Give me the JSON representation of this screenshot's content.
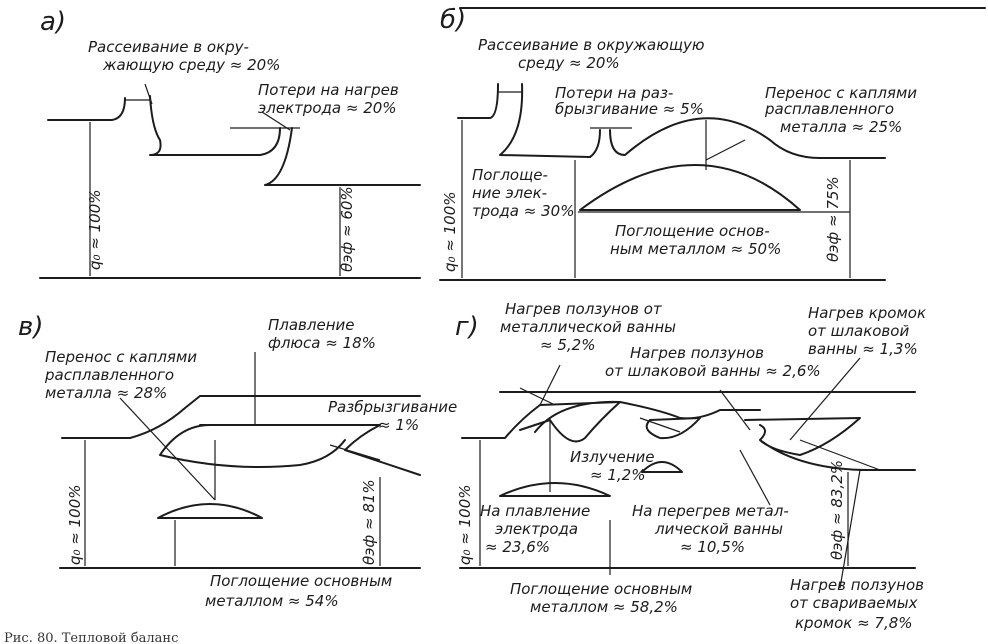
{
  "panels": {
    "a": {
      "letter": "а)",
      "scatter": [
        "Рассеивание в окру-",
        "жающую среду ≈ 20%"
      ],
      "electrode": [
        "Потери на нагрев",
        "электрода ≈ 20%"
      ],
      "q0": "q₀ ≈ 100%",
      "qef": "θэф ≈ 60%"
    },
    "b": {
      "letter": "б)",
      "scatter": [
        "Рассеивание в окружающую",
        "среду ≈ 20%"
      ],
      "spatter": [
        "Потери на раз-",
        "брызгивание ≈ 5%"
      ],
      "transfer": [
        "Перенос с каплями",
        "расплавленного",
        "металла ≈ 25%"
      ],
      "electrode": [
        "Поглоще-",
        "ние элек-",
        "трода ≈ 30%"
      ],
      "base": [
        "Поглощение основ-",
        "ным металлом ≈ 50%"
      ],
      "q0": "q₀ ≈ 100%",
      "qef": "θэф ≈ 75%"
    },
    "c": {
      "letter": "в)",
      "flux": [
        "Плавление",
        "флюса ≈ 18%"
      ],
      "transfer": [
        "Перенос с каплями",
        "расплавленного",
        "металла ≈ 28%"
      ],
      "spatter": [
        "Разбрызгивание",
        "≈ 1%"
      ],
      "base": [
        "Поглощение основным",
        "металлом ≈ 54%"
      ],
      "q0": "q₀ ≈ 100%",
      "qef": "θэф ≈ 81%"
    },
    "d": {
      "letter": "г)",
      "slider_metal": [
        "Нагрев ползунов от",
        "металлической ванны",
        "≈ 5,2%"
      ],
      "slider_slag": [
        "Нагрев ползунов",
        "от шлаковой ванны ≈ 2,6%"
      ],
      "edges": [
        "Нагрев кромок",
        "от шлаковой",
        "ванны ≈ 1,3%"
      ],
      "radiation": [
        "Излучение",
        "≈ 1,2%"
      ],
      "electrode_melt": [
        "На плавление",
        "электрода",
        "≈ 23,6%"
      ],
      "overheat": [
        "На перегрев метал-",
        "лической ванны",
        "≈ 10,5%"
      ],
      "base": [
        "Поглощение основным",
        "металлом ≈ 58,2%"
      ],
      "slider_edges": [
        "Нагрев ползунов",
        "от свариваемых",
        "кромок ≈ 7,8%"
      ],
      "q0": "q₀ ≈ 100%",
      "qef": "θэф ≈ 83,2%"
    }
  },
  "caption": "Рис. 80. Тепловой баланс"
}
